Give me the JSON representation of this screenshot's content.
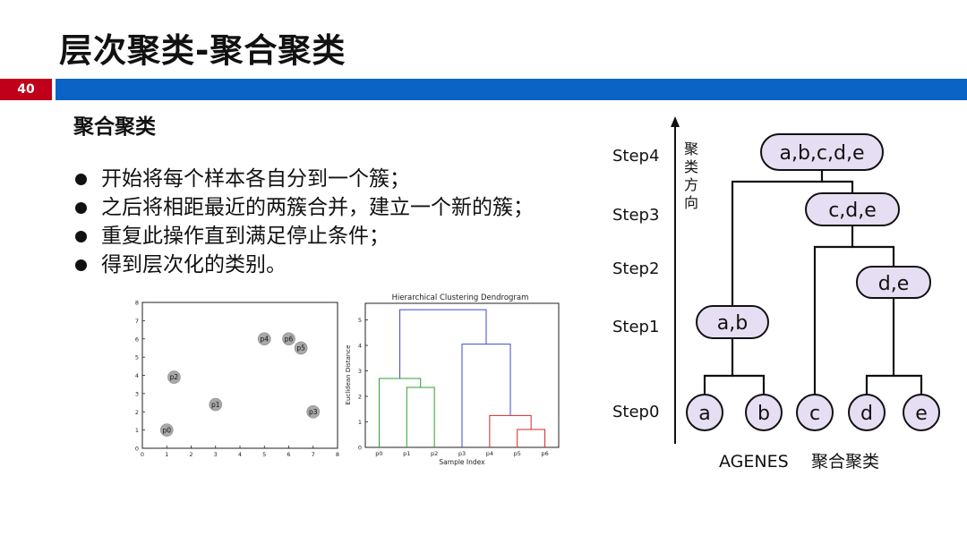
{
  "slide": {
    "title": "层次聚类-聚合聚类",
    "page_number": "40",
    "subheading": "聚合聚类",
    "bullets": [
      "开始将每个样本各自分到一个簇；",
      "之后将相距最近的两簇合并，建立一个新的簇；",
      "重复此操作直到满足停止条件；",
      "得到层次化的类别。"
    ]
  },
  "colors": {
    "page_badge": "#c0001a",
    "header_bar": "#0b63c6",
    "node_fill": "#e6def2",
    "dendro_green": "#2ca02c",
    "dendro_blue": "#3f48cc",
    "dendro_red": "#d62728"
  },
  "scatter": {
    "x_ticks": [
      "0",
      "1",
      "2",
      "3",
      "4",
      "5",
      "6",
      "7",
      "8"
    ],
    "y_ticks": [
      "0",
      "1",
      "2",
      "3",
      "4",
      "5",
      "6",
      "7",
      "8"
    ],
    "points": [
      {
        "label": "p0",
        "x": 1.0,
        "y": 1.0
      },
      {
        "label": "p1",
        "x": 3.0,
        "y": 2.4
      },
      {
        "label": "p2",
        "x": 1.3,
        "y": 3.9
      },
      {
        "label": "p3",
        "x": 7.0,
        "y": 2.0
      },
      {
        "label": "p4",
        "x": 5.0,
        "y": 6.0
      },
      {
        "label": "p5",
        "x": 6.5,
        "y": 5.5
      },
      {
        "label": "p6",
        "x": 6.0,
        "y": 6.0
      }
    ]
  },
  "dendrogram": {
    "title": "Hierarchical Clustering Dendrogram",
    "xlabel": "Sample Index",
    "ylabel": "Euclidean Distance",
    "leaves": [
      "p0",
      "p1",
      "p2",
      "p3",
      "p4",
      "p5",
      "p6"
    ],
    "y_ticks": [
      "0",
      "1",
      "2",
      "3",
      "4",
      "5"
    ],
    "merges": [
      {
        "left": "p5",
        "right": "p6",
        "height": 0.7,
        "color": "red"
      },
      {
        "left": "p4",
        "right": "p5,p6",
        "height": 1.25,
        "color": "red"
      },
      {
        "left": "p3",
        "right": "p4,p5,p6",
        "height": 4.05,
        "color": "blue"
      },
      {
        "left": "p1",
        "right": "p2",
        "height": 2.35,
        "color": "green"
      },
      {
        "left": "p0",
        "right": "p1,p2",
        "height": 2.7,
        "color": "green"
      },
      {
        "left": "p0,p1,p2",
        "right": "p3,p4,p5,p6",
        "height": 5.4,
        "color": "blue"
      }
    ]
  },
  "agnes": {
    "steps": [
      "Step4",
      "Step3",
      "Step2",
      "Step1",
      "Step0"
    ],
    "direction_label": [
      "聚",
      "类",
      "方",
      "向"
    ],
    "nodes": {
      "abcde": "a,b,c,d,e",
      "cde": "c,d,e",
      "de": "d,e",
      "ab": "a,b",
      "a": "a",
      "b": "b",
      "c": "c",
      "d": "d",
      "e": "e"
    },
    "caption_left": "AGENES",
    "caption_right": "聚合聚类"
  }
}
